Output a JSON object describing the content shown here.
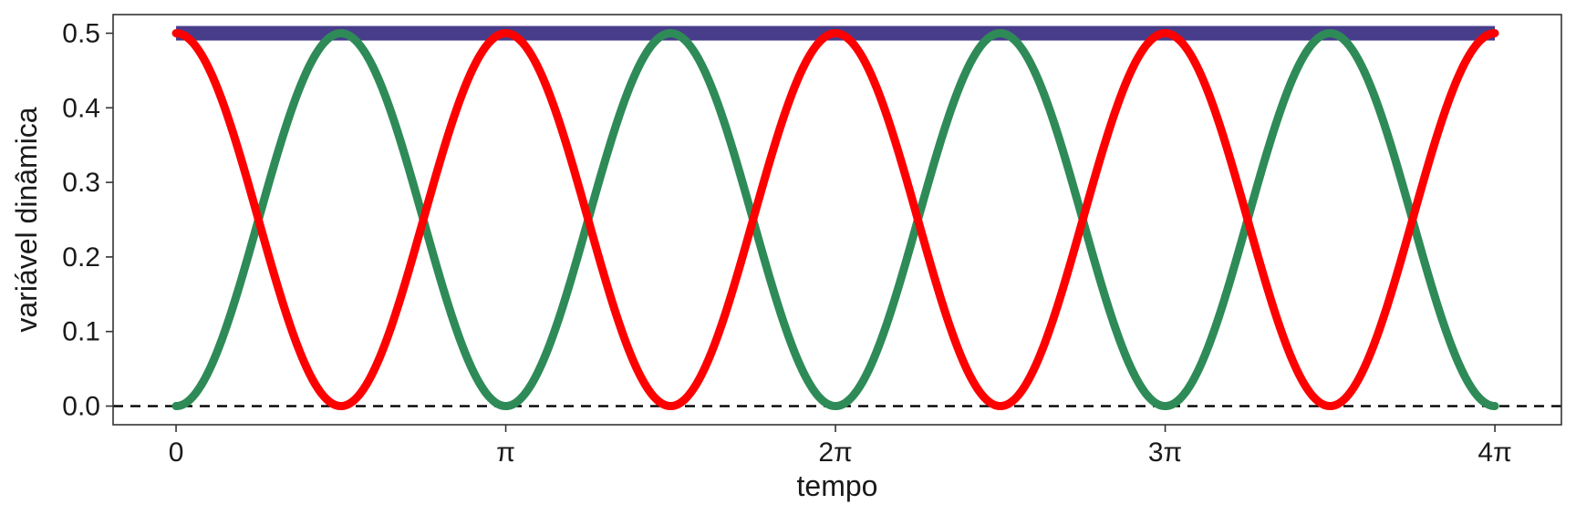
{
  "chart_data": {
    "type": "line",
    "title": "",
    "xlabel": "tempo",
    "ylabel": "variável dinâmica",
    "xlim": [
      -0.6,
      13.2
    ],
    "ylim": [
      -0.025,
      0.525
    ],
    "grid": false,
    "legend": "none",
    "x_ticks": {
      "values": [
        0,
        3.14159,
        6.28319,
        9.42478,
        12.56637
      ],
      "labels": [
        "0",
        "π",
        "2π",
        "3π",
        "4π"
      ]
    },
    "y_ticks": {
      "values": [
        0,
        0.1,
        0.2,
        0.3,
        0.4,
        0.5
      ],
      "labels": [
        "0.0",
        "0.1",
        "0.2",
        "0.3",
        "0.4",
        "0.5"
      ]
    },
    "reference_line": {
      "y": 0,
      "style": "dashed",
      "color": "#000000"
    },
    "series": [
      {
        "color": "#483d8b",
        "x": [
          0,
          12.566
        ],
        "y": [
          0.5,
          0.5
        ]
      },
      {
        "color": "#2e8b57",
        "x": [
          0,
          0.785,
          1.571,
          2.356,
          3.142,
          3.927,
          4.712,
          5.498,
          6.283,
          7.069,
          7.854,
          8.639,
          9.425,
          10.21,
          10.996,
          11.781,
          12.566
        ],
        "y": [
          0,
          0.25,
          0.5,
          0.25,
          0,
          0.25,
          0.5,
          0.25,
          0,
          0.25,
          0.5,
          0.25,
          0,
          0.25,
          0.5,
          0.25,
          0
        ]
      },
      {
        "color": "#ff0000",
        "x": [
          0,
          0.785,
          1.571,
          2.356,
          3.142,
          3.927,
          4.712,
          5.498,
          6.283,
          7.069,
          7.854,
          8.639,
          9.425,
          10.21,
          10.996,
          11.781,
          12.566
        ],
        "y": [
          0.5,
          0.25,
          0,
          0.25,
          0.5,
          0.25,
          0,
          0.25,
          0.5,
          0.25,
          0,
          0.25,
          0.5,
          0.25,
          0,
          0.25,
          0.5
        ]
      }
    ]
  }
}
